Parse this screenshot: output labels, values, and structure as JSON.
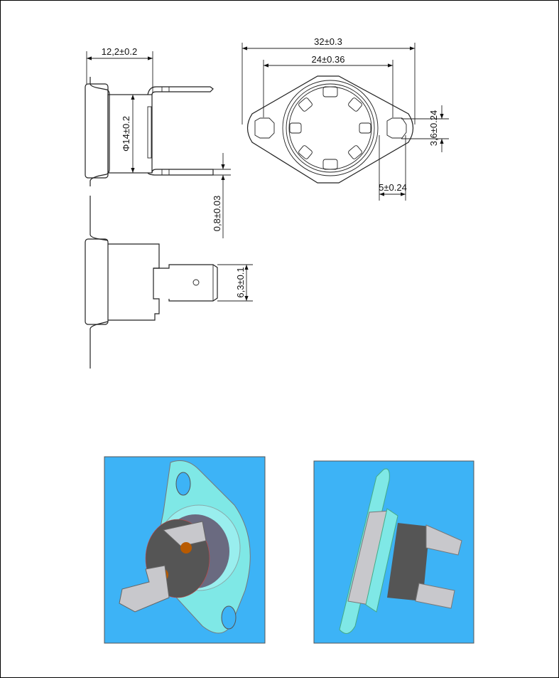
{
  "dimensions": {
    "side_length": "12,2±0.2",
    "body_diameter": "Φ14±0.2",
    "terminal_thickness": "0,8±0.03",
    "terminal_width": "6,3±0.1",
    "flange_length": "32±0.3",
    "hole_spacing": "24±0.36",
    "hole_height": "3,6±0.24",
    "hole_width": "5±0.24"
  },
  "colors": {
    "photo_background": "#3db3f6",
    "flange": "#7fe8e6",
    "body": "#555555",
    "terminal": "#c8c8cc"
  }
}
